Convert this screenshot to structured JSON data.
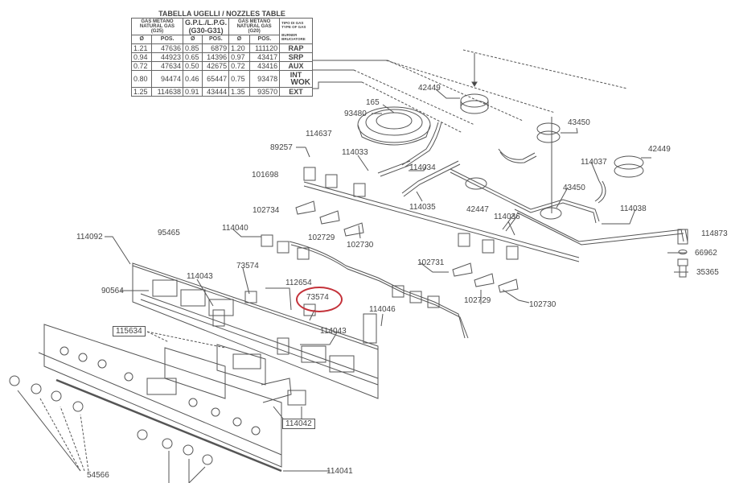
{
  "diagram": {
    "type": "exploded-parts-diagram",
    "subject": "gas cooktop burner and control panel assembly",
    "highlight_color": "#c4323a",
    "line_color": "#444444",
    "highlighted_part": "73574"
  },
  "nozzle_table": {
    "title": "TABELLA UGELLI / NOZZLES TABLE",
    "gas_columns": [
      {
        "label": "GAS METANO NATURAL GAS",
        "code": "(G25)"
      },
      {
        "label": "G.P.L./L.P.G.",
        "code": "(G30-G31)"
      },
      {
        "label": "GAS METANO NATURAL GAS",
        "code": "(G20)"
      }
    ],
    "corner_top": "TIPO DI GAS TYPE OF GAS",
    "corner_bottom": "BURNER BRUCIATORE",
    "sub_headers": [
      "Ø",
      "POS.",
      "Ø",
      "POS.",
      "Ø",
      "POS."
    ],
    "rows": [
      {
        "g25_d": "1.21",
        "g25_pos": "47636",
        "lpg_d": "0.85",
        "lpg_pos": "6879",
        "g20_d": "1.20",
        "g20_pos": "111120",
        "burner": "RAP"
      },
      {
        "g25_d": "0.94",
        "g25_pos": "44923",
        "lpg_d": "0.65",
        "lpg_pos": "14396",
        "g20_d": "0.97",
        "g20_pos": "43417",
        "burner": "SRP"
      },
      {
        "g25_d": "0.72",
        "g25_pos": "47634",
        "lpg_d": "0.50",
        "lpg_pos": "42675",
        "g20_d": "0.72",
        "g20_pos": "43416",
        "burner": "AUX"
      },
      {
        "g25_d": "0.80",
        "g25_pos": "94474",
        "lpg_d": "0.46",
        "lpg_pos": "65447",
        "g20_d": "0.75",
        "g20_pos": "93478",
        "burner": "INT"
      },
      {
        "g25_d": "1.25",
        "g25_pos": "114638",
        "lpg_d": "0.91",
        "lpg_pos": "43444",
        "g20_d": "1.35",
        "g20_pos": "93570",
        "burner": "EXT"
      }
    ],
    "wok_label": "WOK"
  },
  "part_labels": {
    "p42449a": "42449",
    "p165": "165",
    "p93480": "93480",
    "p114637": "114637",
    "p43450a": "43450",
    "p89257": "89257",
    "p114033": "114033",
    "p42449b": "42449",
    "p114034": "114034",
    "p114037": "114037",
    "p101698": "101698",
    "p43450b": "43450",
    "p42447": "42447",
    "p114035": "114035",
    "p114036": "114036",
    "p114038": "114038",
    "p102734": "102734",
    "p114040": "114040",
    "p114873": "114873",
    "p114092": "114092",
    "p95465": "95465",
    "p102729a": "102729",
    "p102730a": "102730",
    "p66962": "66962",
    "p73574a": "73574",
    "p102731": "102731",
    "p35365": "35365",
    "p114043a": "114043",
    "p112654": "112654",
    "p90564": "90564",
    "p73574b": "73574",
    "p102729b": "102729",
    "p102730b": "102730",
    "p114046": "114046",
    "p114043b": "114043",
    "p115634": "115634",
    "p114042": "114042",
    "p54566": "54566",
    "p114041": "114041"
  }
}
